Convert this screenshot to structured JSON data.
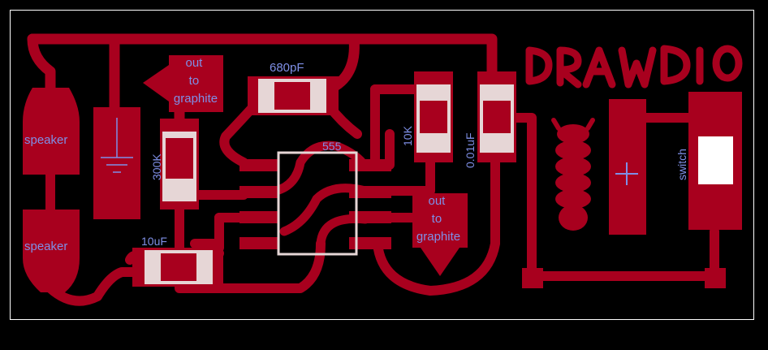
{
  "board": {
    "colors": {
      "background": "#000000",
      "copper": "#a8001e",
      "silkscreen": "#e6d6d6",
      "labels": "#7f8fe6",
      "outline": "#ffffff",
      "pad_white": "#ffffff"
    },
    "logo": "DRAWDIO",
    "labels": {
      "speaker_top": "speaker",
      "speaker_bottom": "speaker",
      "res_300k": "300K",
      "cap_10uf": "10uF",
      "cap_680pf": "680pF",
      "ic_555": "555",
      "res_10k": "10K",
      "cap_001uf": "0.01uF",
      "switch": "switch",
      "out_graphite_left": [
        "out",
        "to",
        "graphite"
      ],
      "out_graphite_right": [
        "out",
        "to",
        "graphite"
      ]
    },
    "icons": {
      "ground": "ground-symbol-icon",
      "battery_plus": "plus-icon",
      "battery_coil": "spring-coil-icon"
    }
  }
}
